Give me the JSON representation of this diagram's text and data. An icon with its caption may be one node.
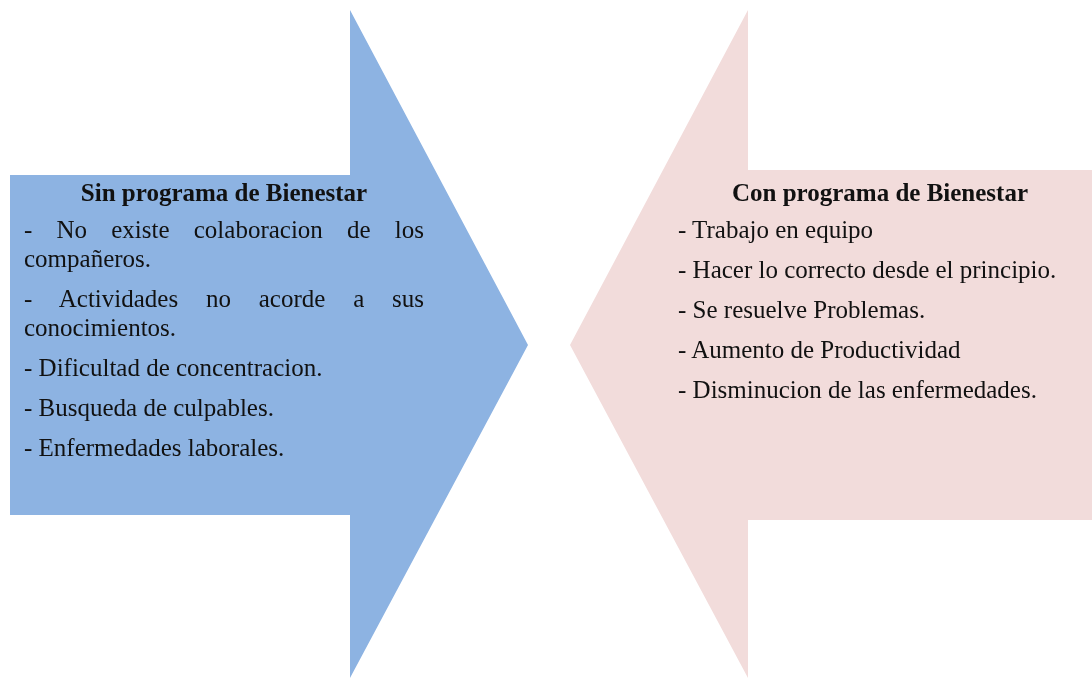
{
  "diagram": {
    "nodes": [
      {
        "text": [
          "Sin programa de Bienestar",
          "- No existe colaboracion de los compañeros.",
          "- Actividades no acorde a sus conocimientos.",
          "-  Dificultad de concentracion.",
          "- Busqueda de culpables.",
          "- Enfermedades  laborales."
        ]
      },
      {
        "text": [
          "Con programa de Bienestar",
          "- Trabajo en equipo",
          "- Hacer lo correcto desde el principio.",
          "- Se resuelve Problemas.",
          "- Aumento de Productividad",
          "- Disminucion de las enfermedades."
        ]
      }
    ],
    "edges": []
  }
}
